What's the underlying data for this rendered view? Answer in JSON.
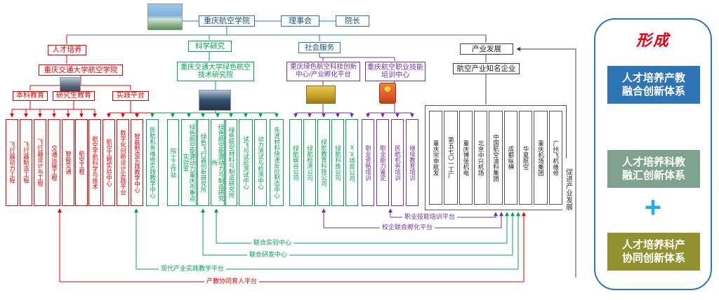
{
  "top": {
    "college": "重庆航空学院",
    "board": "理事会",
    "president": "院长"
  },
  "talent": {
    "label": "人才培养",
    "school": "重庆交通大学航空学院",
    "levels": [
      "本科教育",
      "研究生教育",
      "实践平台"
    ],
    "programs": [
      "飞行器动力工程",
      "飞行器制造工程",
      "飞行器设计与工程",
      "交通运输工程",
      "智能交通",
      "航空工程",
      "航空宇航科学与技术",
      "航空工程实验中心",
      "数字化创新设计实践平台",
      "智能制造实践教学中心"
    ]
  },
  "research": {
    "label": "科学研究",
    "institute": "重庆交通大学绿色航空技术研究院",
    "units": [
      "民航机务维修实践教学中心",
      "院士工作站",
      "绿色航空能源动力重庆市重点实验室",
      "绿色飞行器创新研究所",
      "绿色航空能源动力与制造研究所",
      "绿色航空材料与制造研究所",
      "试飞与试验测试中心",
      "动力测试与检测中心",
      "先进材料快速反应制造中心"
    ]
  },
  "service": {
    "label": "社会服务",
    "innovation_center": "重庆绿色航空科技创新中心/产业孵化平台",
    "training_center": "重庆航空职业技能培训中心",
    "companies": [
      "绿航碳谷公司",
      "绿航检测公司",
      "绿航教育科技公司",
      "绿航科技公司",
      "XX项目公司"
    ],
    "trainings": [
      "职业资格培训",
      "职业能力鉴定",
      "民航机务培训",
      "继续教育培训"
    ]
  },
  "industry": {
    "label": "产业发展",
    "group": "航空产业知名企业",
    "companies": [
      "重庆宗申航发",
      "第五七〇一工厂",
      "重庆博张机电",
      "北京中兴机场",
      "中国航空油料集团",
      "成都纵横",
      "华夏航空",
      "重庆机场集团",
      "广州飞机维修"
    ]
  },
  "platforms": [
    "职业技能培训平台",
    "校企联合孵化平台",
    "联合实验中心",
    "联合研发中心",
    "现代产业实践教学平台",
    "产教协同育人平台"
  ],
  "promote": "促进产业发展",
  "panel": {
    "title": "形成",
    "plus": "+",
    "systems": [
      "人才培养产教融合创新体系",
      "人才培养科教融汇创新体系",
      "人才培养科产协同创新体系"
    ]
  },
  "colors": {
    "blue": "#2E75B6",
    "red": "#E60000",
    "green": "#00A050",
    "purple": "#7030A0",
    "black": "#404040",
    "panel_blue": "#2E75B6",
    "panel_teal": "#7FA28E",
    "panel_olive": "#93902F",
    "plus_blue": "#29ABE2",
    "title_red": "#E60012"
  }
}
